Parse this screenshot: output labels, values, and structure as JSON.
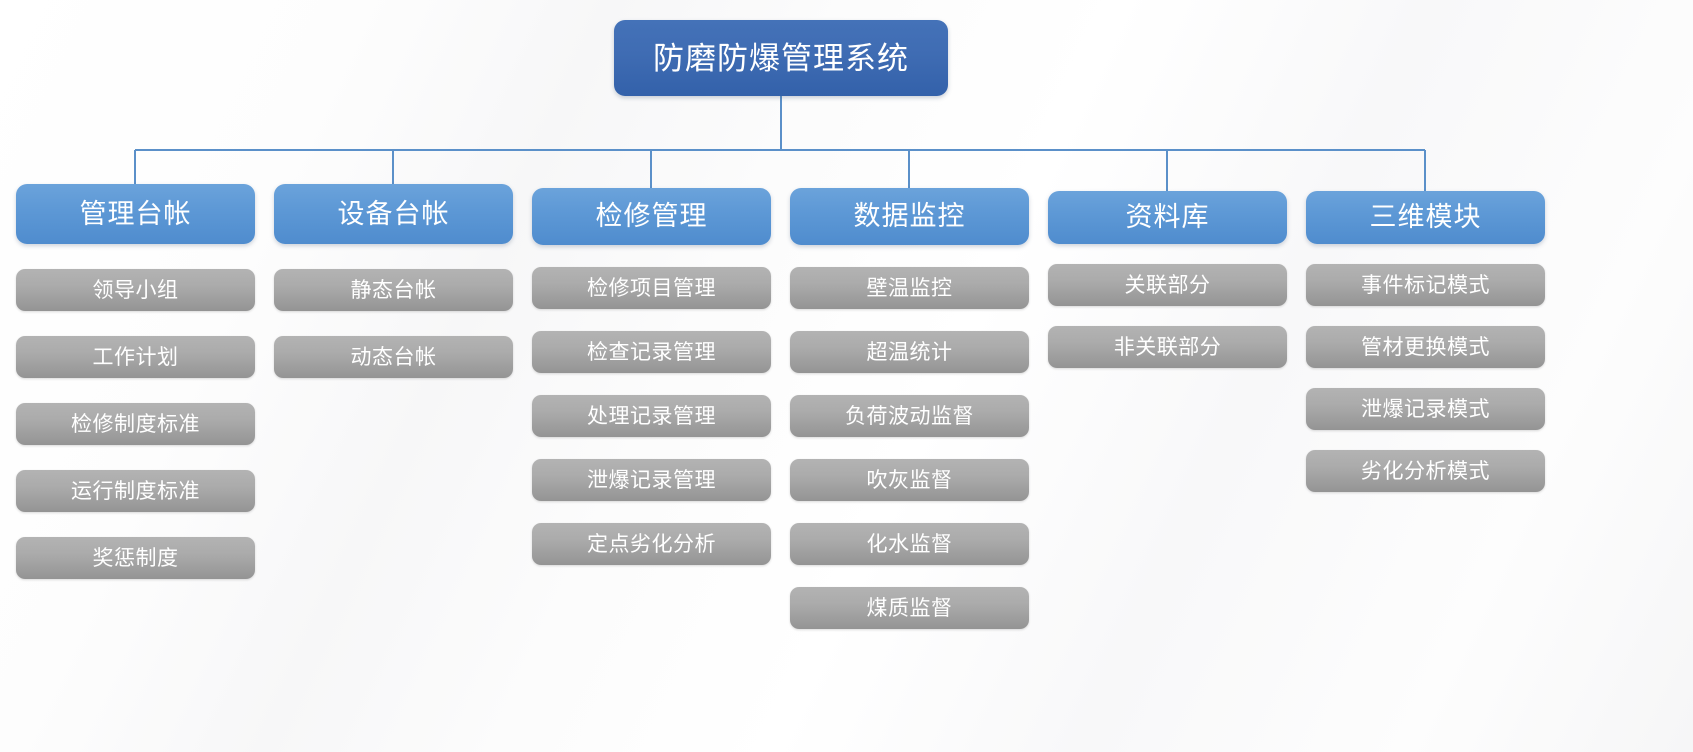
{
  "diagram": {
    "type": "organization-tree",
    "title": "防磨防爆管理系统",
    "colors": {
      "root_node": "#3f6cb3",
      "level2_node": "#5e99d6",
      "level3_node": "#ababab",
      "connector_line": "#5b90c9",
      "node_text": "#ffffff",
      "background": "#fafafa"
    },
    "root": {
      "label": "防磨防爆管理系统"
    },
    "branches": [
      {
        "label": "管理台帐",
        "children": [
          {
            "label": "领导小组"
          },
          {
            "label": "工作计划"
          },
          {
            "label": "检修制度标准"
          },
          {
            "label": "运行制度标准"
          },
          {
            "label": "奖惩制度"
          }
        ]
      },
      {
        "label": "设备台帐",
        "children": [
          {
            "label": "静态台帐"
          },
          {
            "label": "动态台帐"
          }
        ]
      },
      {
        "label": "检修管理",
        "children": [
          {
            "label": "检修项目管理"
          },
          {
            "label": "检查记录管理"
          },
          {
            "label": "处理记录管理"
          },
          {
            "label": "泄爆记录管理"
          },
          {
            "label": "定点劣化分析"
          }
        ]
      },
      {
        "label": "数据监控",
        "children": [
          {
            "label": "壁温监控"
          },
          {
            "label": "超温统计"
          },
          {
            "label": "负荷波动监督"
          },
          {
            "label": "吹灰监督"
          },
          {
            "label": "化水监督"
          },
          {
            "label": "煤质监督"
          }
        ]
      },
      {
        "label": "资料库",
        "children": [
          {
            "label": "关联部分"
          },
          {
            "label": "非关联部分"
          }
        ]
      },
      {
        "label": "三维模块",
        "children": [
          {
            "label": "事件标记模式"
          },
          {
            "label": "管材更换模式"
          },
          {
            "label": "泄爆记录模式"
          },
          {
            "label": "劣化分析模式"
          }
        ]
      }
    ]
  }
}
